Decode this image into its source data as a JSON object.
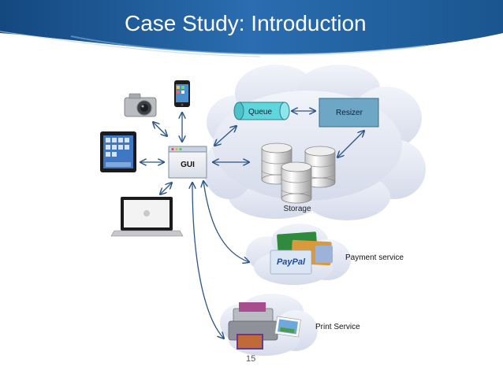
{
  "slide": {
    "title": "Case Study: Introduction",
    "page_number": "15"
  },
  "diagram": {
    "gui_label": "GUI",
    "queue_label": "Queue",
    "resizer_label": "Resizer",
    "storage_label": "Storage",
    "payment_label": "Payment service",
    "print_label": "Print Service",
    "payment_logo_text": "PayPal"
  },
  "colors": {
    "header_blue": "#1f5d9c",
    "cloud_fill": "#e6e9f3",
    "queue_fill": "#5fd6dc",
    "resizer_fill": "#6ea6c6",
    "arrow": "#2c5588"
  },
  "icons": [
    "camera-icon",
    "phone-icon",
    "tablet-icon",
    "laptop-icon",
    "database-icon",
    "credit-card-icon",
    "printer-icon"
  ]
}
